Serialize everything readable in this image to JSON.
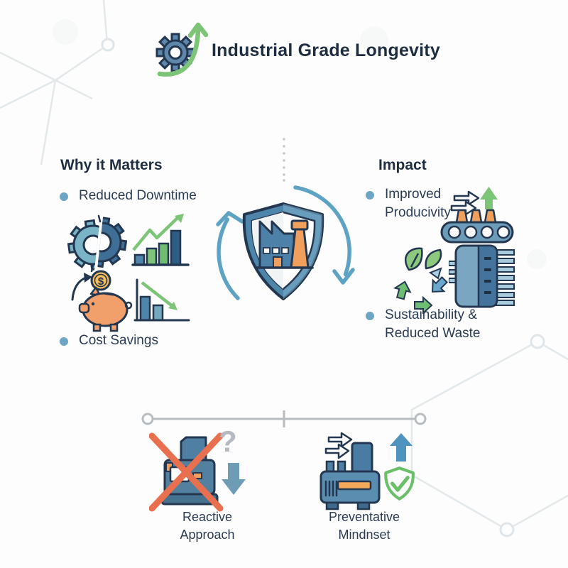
{
  "header": {
    "title": "Industrial Grade Longevity",
    "icon": "gear-with-growth-arrow"
  },
  "left_section": {
    "heading": "Why it Matters",
    "bullets": [
      {
        "label": "Reduced Downtime"
      },
      {
        "label": "Cost Savings"
      }
    ],
    "icons": [
      "broken-gear",
      "rising-bar-chart",
      "piggy-bank-with-coin",
      "declining-bar-chart"
    ],
    "coin_symbol": "$"
  },
  "center": {
    "icon": "shield-with-factory-and-cycle-arrows"
  },
  "right_section": {
    "heading": "Impact",
    "bullets": [
      {
        "line1": "Improved",
        "line2": "Producivity"
      },
      {
        "line1": "Sustainability &",
        "line2": "Reduced Waste"
      }
    ],
    "icons": [
      "conveyor-belt-with-up-arrow",
      "recycle-leaves",
      "industrial-radiator"
    ]
  },
  "bottom": {
    "timeline": {
      "nodes": 2,
      "style": "gray line with end circles and center tick"
    },
    "reactive": {
      "question_mark": "?",
      "label_line1": "Reactive",
      "label_line2": "Approach",
      "icons": [
        "crossed-out-machine",
        "question-mark",
        "down-arrow"
      ]
    },
    "preventative": {
      "label_line1": "Preventative",
      "label_line2": "Mindnset",
      "icons": [
        "speed-arrows",
        "maintained-machine",
        "up-arrow",
        "green-check-shield"
      ]
    }
  },
  "colors": {
    "text_navy": "#1f2d40",
    "ink": "#243750",
    "bullet_blue": "#6ca6c4",
    "steel_blue": "#4e85aa",
    "steel_dark": "#2e5d84",
    "steel_light": "#7ab5c7",
    "cycle_blue": "#5fa3c4",
    "green": "#7cc576",
    "green_mid": "#6fbd72",
    "orange": "#f0a05c",
    "pig_orange": "#f1a06b",
    "gold": "#f6bd59",
    "coral_x": "#e8704e",
    "gray_line": "#b8bdc1",
    "hex_line": "#e3e8eb",
    "shield_green": "#6abf69",
    "arrow_slate": "#6e9cb5",
    "arrow_blue": "#4f93bf"
  }
}
